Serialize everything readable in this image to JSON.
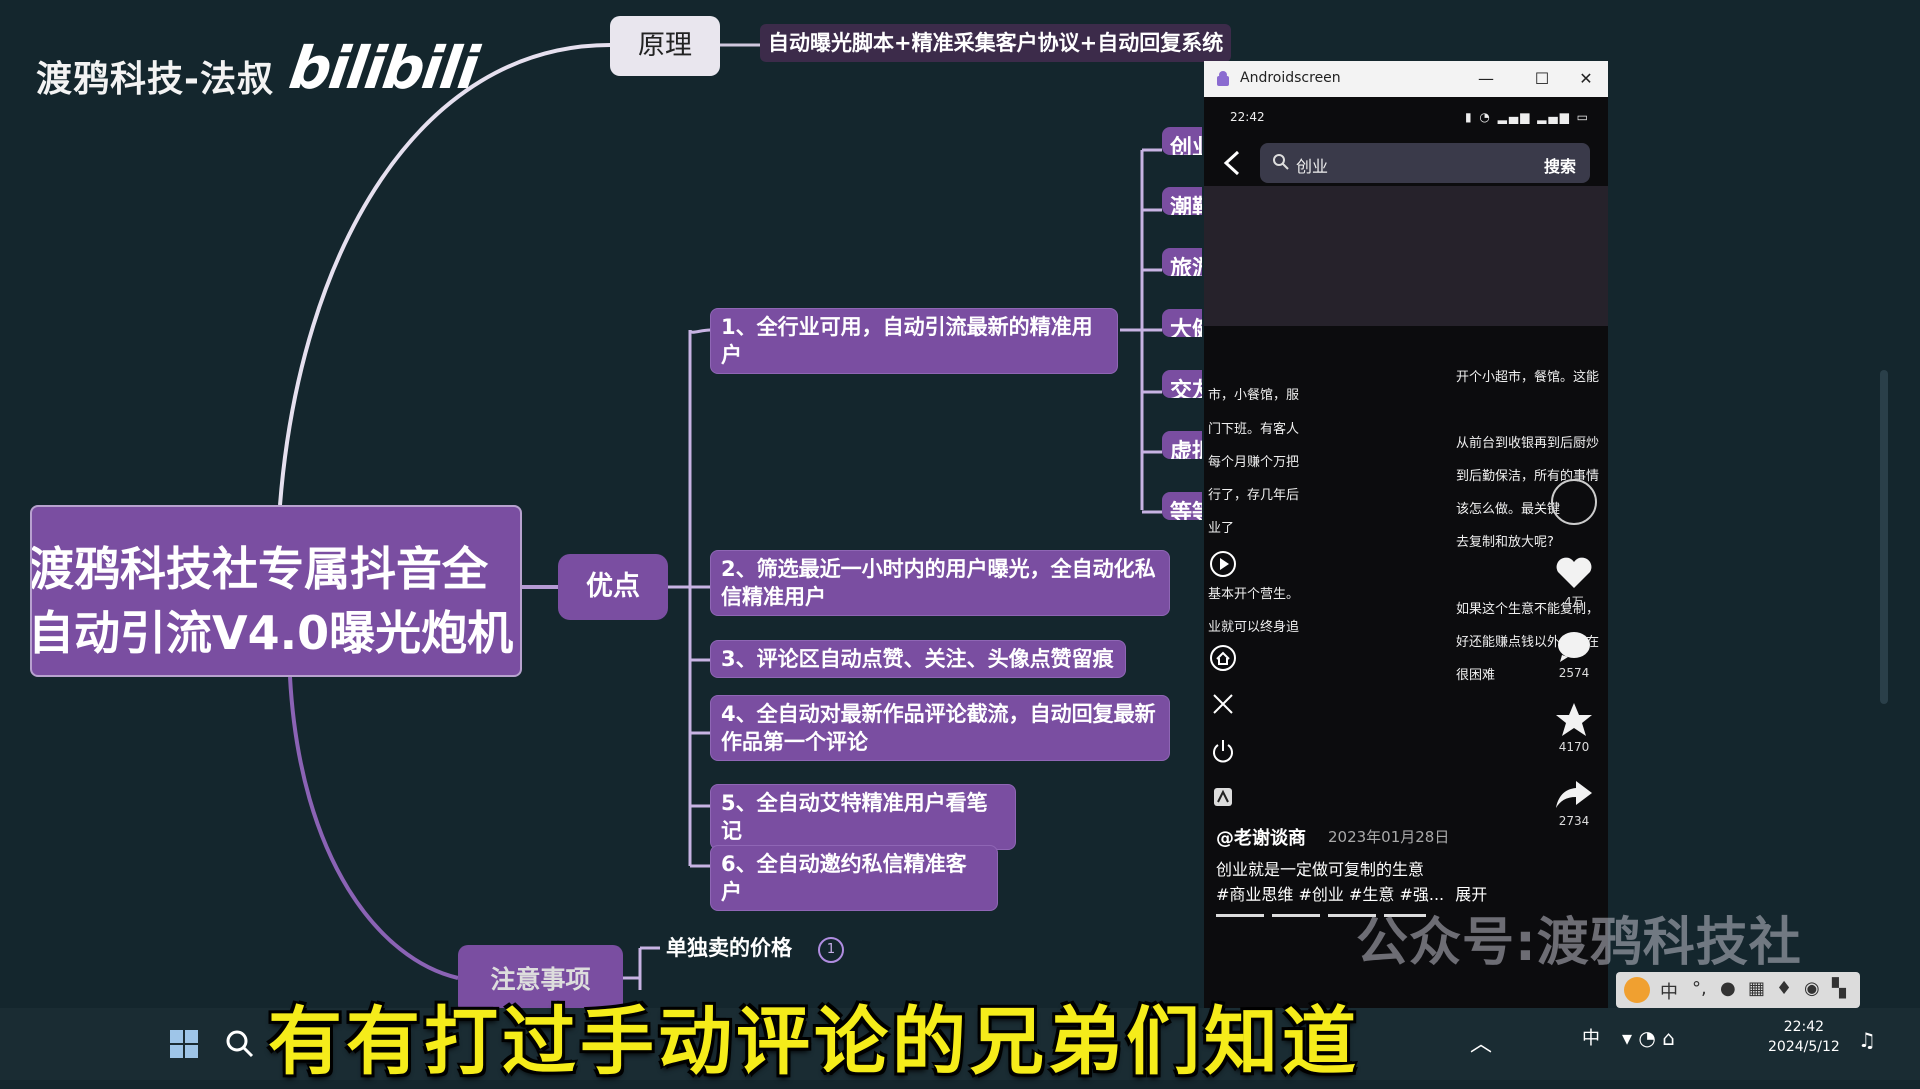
{
  "brand": {
    "name": "渡鸦科技-法叔",
    "logo": "bilibili"
  },
  "mindmap": {
    "root": [
      "渡鸦科技社专属抖音全",
      "自动引流V4.0曝光炮机"
    ],
    "principle": {
      "label": "原理",
      "desc": "自动曝光脚本+精准采集客户协议+自动回复系统"
    },
    "advantages": {
      "label": "优点",
      "items": [
        "1、全行业可用，自动引流最新的精准用户",
        "2、筛选最近一小时内的用户曝光，全自动化私",
        "信精准用户",
        "3、评论区自动点赞、关注、头像点赞留痕",
        "4、全自动对最新作品评论截流，自动回复最新",
        "作品第一个评论",
        "5、全自动艾特精准用户看笔记",
        "6、全自动邀约私信精准客户"
      ],
      "industries": [
        "创业",
        "潮鞋",
        "旅游",
        "大健",
        "交友",
        "虚拟",
        "等等"
      ]
    },
    "notes": {
      "label": "注意事项",
      "price": "单独卖的价格",
      "badge": "1"
    }
  },
  "phone": {
    "window_title": "Androidscreen",
    "status_time": "22:42",
    "search_query": "创业",
    "search_button": "搜索",
    "captions_left": [
      "市，小餐馆，服",
      "门下班。有客人",
      "每个月赚个万把",
      "行了，存几年后",
      "业了",
      "基本开个营生。",
      "业就可以终身追"
    ],
    "captions_right": [
      "开个小超市，餐馆。这能",
      "从前台到收银再到后厨炒",
      "到后勤保洁，所有的事情",
      "该怎么做。最关键",
      "去复制和放大呢?",
      "如果这个生意不能复制，",
      "好还能赚点钱以外，存在",
      "很困难"
    ],
    "likes": "4万",
    "comments": "2574",
    "favorites": "4170",
    "shares": "2734",
    "author": "@老谢谈商",
    "post_date": "2023年01月28日",
    "description": "创业就是一定做可复制的生意",
    "tags": "#商业思维 #创业 #生意 #强...",
    "expand": "展开"
  },
  "watermark": "公众号:渡鸦科技社",
  "subtitle": "有有打过手动评论的兄弟们知道",
  "taskbar": {
    "lang": "中",
    "time": "22:42",
    "date": "2024/5/12",
    "ime_lang": "中"
  }
}
